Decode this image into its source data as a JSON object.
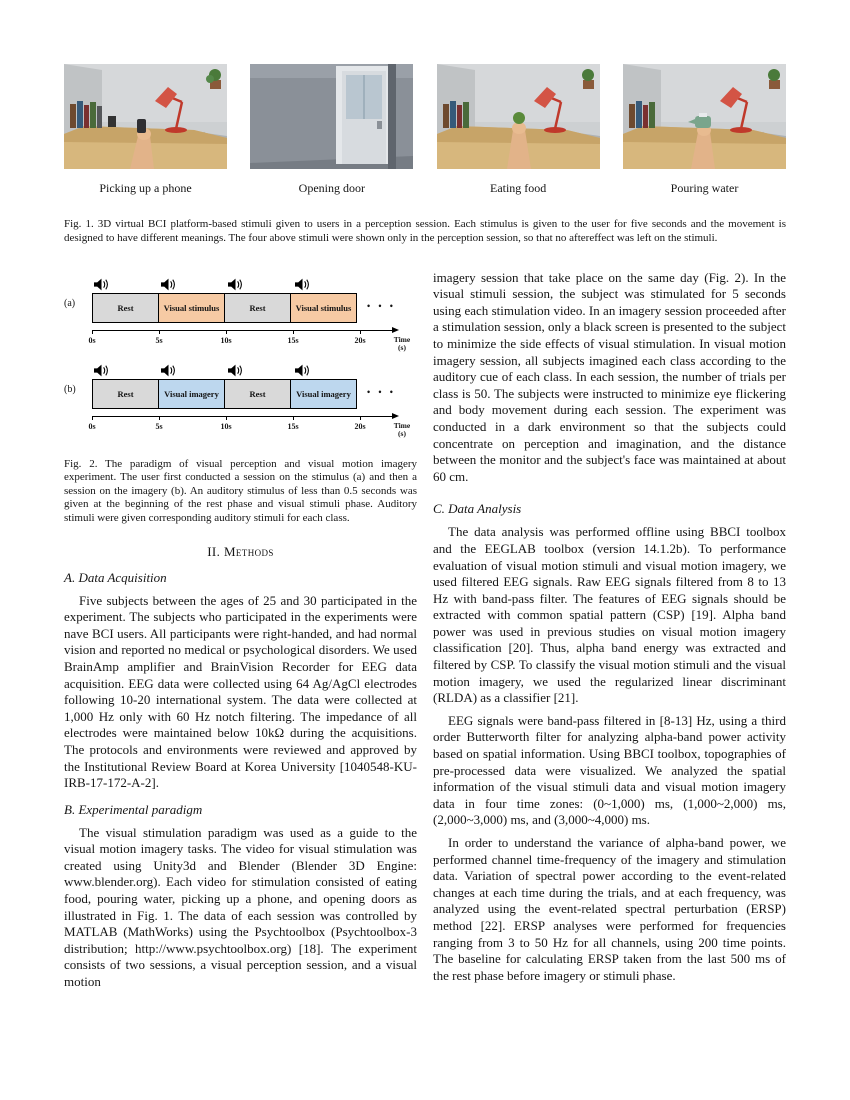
{
  "fig1": {
    "panels": [
      {
        "caption": "Picking up a phone"
      },
      {
        "caption": "Opening door"
      },
      {
        "caption": "Eating food"
      },
      {
        "caption": "Pouring water"
      }
    ],
    "caption": "Fig. 1.   3D virtual BCI platform-based stimuli given to users in a perception session. Each stimulus is given to the user for five seconds and the movement is designed to have different meanings. The four above stimuli were shown only in the perception session, so that no aftereffect was left on the stimuli."
  },
  "fig2": {
    "row_a": {
      "label": "(a)",
      "cells": [
        "Rest",
        "Visual stimulus",
        "Rest",
        "Visual stimulus"
      ]
    },
    "row_b": {
      "label": "(b)",
      "cells": [
        "Rest",
        "Visual imagery",
        "Rest",
        "Visual imagery"
      ]
    },
    "ellipsis": "• • •",
    "ticks": [
      "0s",
      "5s",
      "10s",
      "15s",
      "20s"
    ],
    "time_label": "Time",
    "time_unit": "(s)",
    "colors": {
      "rest_fill": "#d9d9d9",
      "stimulus_fill": "#f6caa4",
      "imagery_fill": "#bdd7ee"
    },
    "caption": "Fig. 2.   The paradigm of visual perception and visual motion imagery experiment. The user first conducted a session on the stimulus (a) and then a session on the imagery (b). An auditory stimulus of less than 0.5 seconds was given at the beginning of the rest phase and visual stimuli phase. Auditory stimuli were given corresponding auditory stimuli for each class."
  },
  "methods": {
    "heading": "II. Methods",
    "sub_a": "A. Data Acquisition",
    "para_a": "Five subjects between the ages of 25 and 30 participated in the experiment. The subjects who participated in the experiments were nave BCI users. All participants were right-handed, and had normal vision and reported no medical or psychological disorders. We used BrainAmp amplifier and BrainVision Recorder for EEG data acquisition. EEG data were collected using 64 Ag/AgCl electrodes following 10-20 international system. The data were collected at 1,000 Hz only with 60 Hz notch filtering. The impedance of all electrodes were maintained below 10kΩ during the acquisitions. The protocols and environments were reviewed and approved by the Institutional Review Board at Korea University [1040548-KU-IRB-17-172-A-2].",
    "sub_b": "B. Experimental paradigm",
    "para_b": "The visual stimulation paradigm was used as a guide to the visual motion imagery tasks. The video for visual stimulation was created using Unity3d and Blender (Blender 3D Engine: www.blender.org). Each video for stimulation consisted of eating food, pouring water, picking up a phone, and opening doors as illustrated in Fig. 1. The data of each session was controlled by MATLAB (MathWorks) using the Psychtoolbox (Psychtoolbox-3 distribution; http://www.psychtoolbox.org) [18]. The experiment consists of two sessions, a visual perception session, and a visual motion",
    "para_right_top": "imagery session that take place on the same day (Fig. 2). In the visual stimuli session, the subject was stimulated for 5 seconds using each stimulation video. In an imagery session proceeded after a stimulation session, only a black screen is presented to the subject to minimize the side effects of visual stimulation. In visual motion imagery session, all subjects imagined each class according to the auditory cue of each class. In each session, the number of trials per class is 50. The subjects were instructed to minimize eye flickering and body movement during each session. The experiment was conducted in a dark environment so that the subjects could concentrate on perception and imagination, and the distance between the monitor and the subject's face was maintained at about 60 cm.",
    "sub_c": "C. Data Analysis",
    "para_c1": "The data analysis was performed offline using BBCI toolbox and the EEGLAB toolbox (version 14.1.2b). To performance evaluation of visual motion stimuli and visual motion imagery, we used filtered EEG signals. Raw EEG signals filtered from 8 to 13 Hz with band-pass filter. The features of EEG signals should be extracted with common spatial pattern (CSP) [19]. Alpha band power was used in previous studies on visual motion imagery classification [20]. Thus, alpha band energy was extracted and filtered by CSP. To classify the visual motion stimuli and the visual motion imagery, we used the regularized linear discriminant (RLDA) as a classifier [21].",
    "para_c2": "EEG signals were band-pass filtered in [8-13] Hz, using a third order Butterworth filter for analyzing alpha-band power activity based on spatial information. Using BBCI toolbox, topographies of pre-processed data were visualized. We analyzed the spatial information of the visual stimuli data and visual motion imagery data in four time zones: (0~1,000) ms, (1,000~2,000) ms, (2,000~3,000) ms, and (3,000~4,000) ms.",
    "para_c3": "In order to understand the variance of alpha-band power, we performed channel time-frequency of the imagery and stimulation data. Variation of spectral power according to the event-related changes at each time during the trials, and at each frequency, was analyzed using the event-related spectral perturbation (ERSP) method [22]. ERSP analyses were performed for frequencies ranging from 3 to 50 Hz for all channels, using 200 time points. The baseline for calculating ERSP taken from the last 500 ms of the rest phase before imagery or stimuli phase."
  }
}
